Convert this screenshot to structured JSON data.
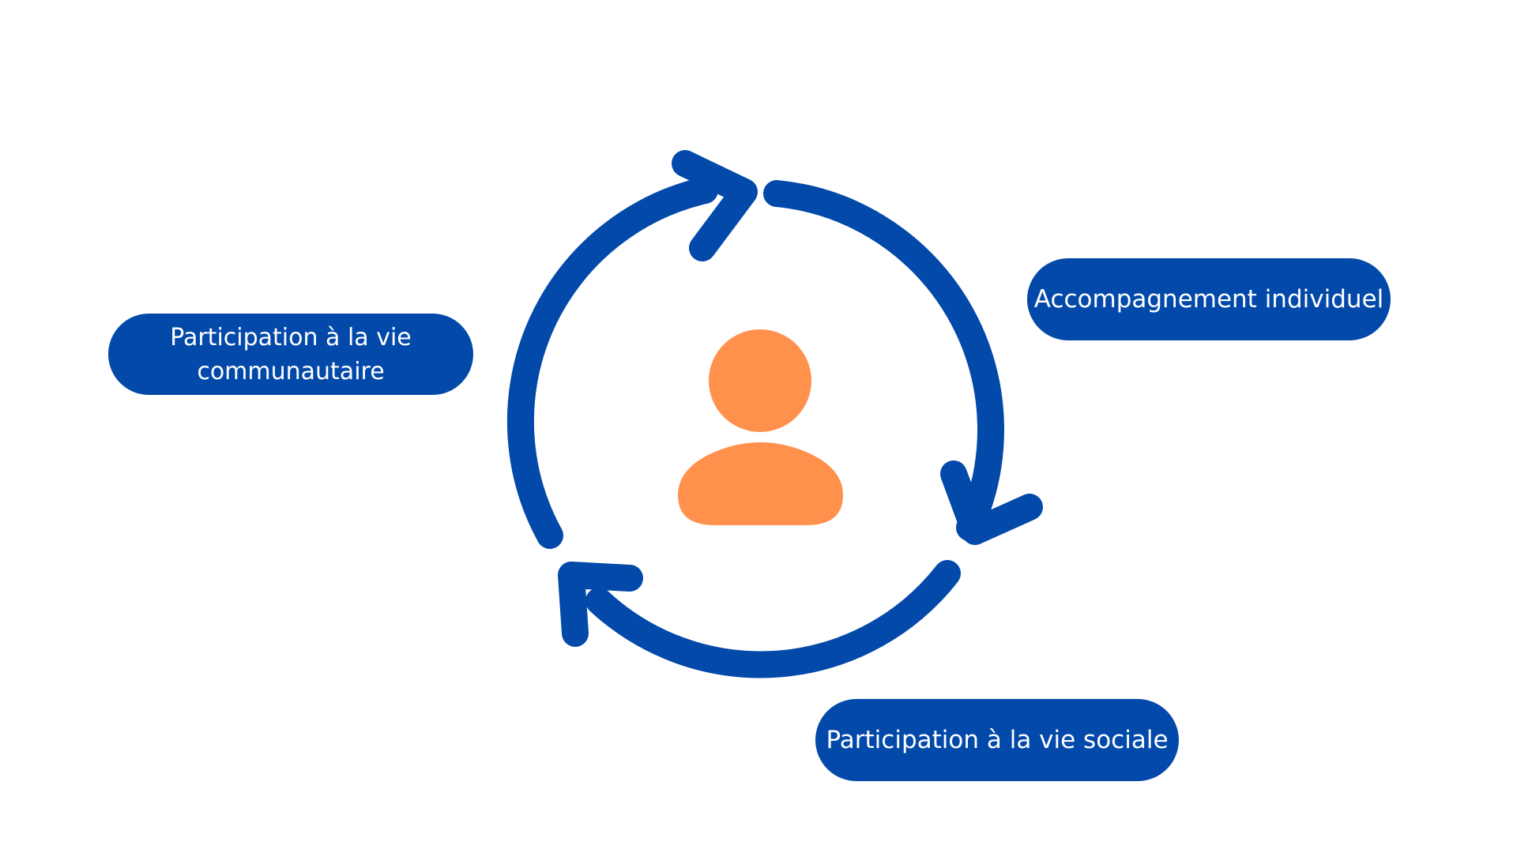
{
  "diagram": {
    "labels": {
      "community_line1": "Participation à la vie",
      "community_line2": "communautaire",
      "individual": "Accompagnement individuel",
      "social": "Participation à la vie sociale"
    },
    "colors": {
      "accent_blue": "#0349aa",
      "person_orange": "#ff914d",
      "background": "#ffffff"
    },
    "icons": {
      "center": "person-icon",
      "cycle": "circular-arrows-icon"
    }
  }
}
